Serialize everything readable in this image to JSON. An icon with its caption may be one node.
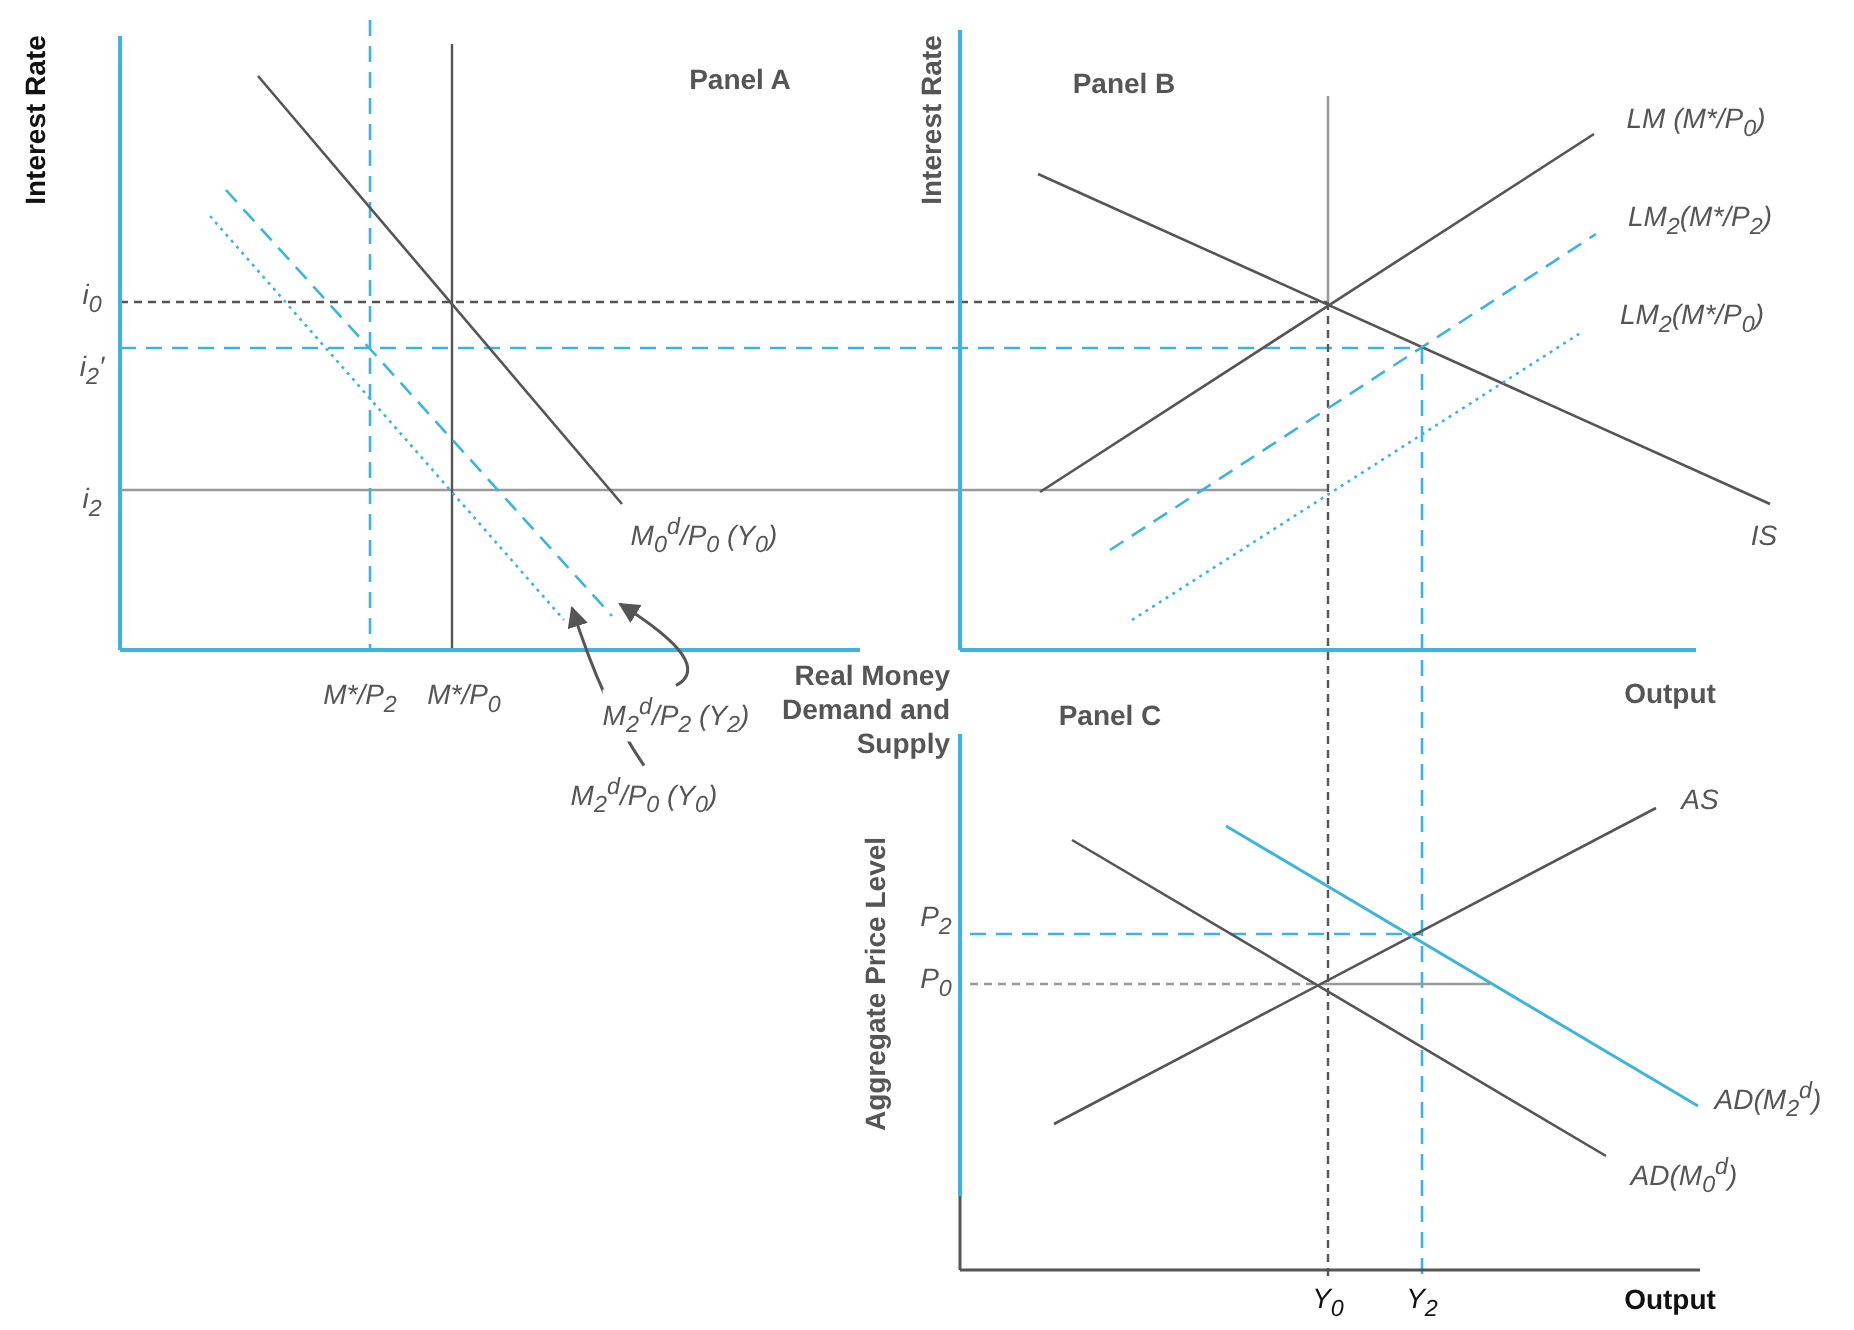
{
  "diagram": {
    "nodes": [
      {
        "text": [],
        "shape": "line"
      },
      {
        "text": [],
        "shape": "line"
      },
      {
        "text": [
          "M$_{2}$$^{d}$/P$_{2}$ (Y$_{2}$)"
        ]
      },
      {
        "text": [
          "M$_{2}$$^{d}$/P$_{0}$ (Y$_{0}$)"
        ]
      }
    ],
    "edges": [
      {
        "from": 2,
        "to": 0,
        "arrow": "to"
      },
      {
        "from": 3,
        "to": 1,
        "arrow": "to"
      }
    ],
    "labels": [
      "Interest Rate",
      "Panel A",
      "i$_{0}$",
      "i$_{2}$′",
      "i$_{2}$",
      "M$_{0}$$^{d}$/P$_{0}$ (Y$_{0}$)",
      "M*/P$_{2}$",
      "M*/P$_{0}$",
      "Real Money Demand and Supply",
      "Interest Rate",
      "Panel B",
      "LM (M*/P$_{0}$)",
      "LM$_{2}$(M*/P$_{2}$)",
      "LM$_{2}$(M*/P$_{0}$)",
      "IS",
      "Output",
      "Panel C",
      "Aggregate Price Level",
      "P$_{2}$",
      "P$_{0}$",
      "AS",
      "AD(M$_{2}$$^{d}$)",
      "AD(M$_{0}$$^{d}$)",
      "Y$_{0}$",
      "Y$_{2}$",
      "Output"
    ]
  }
}
